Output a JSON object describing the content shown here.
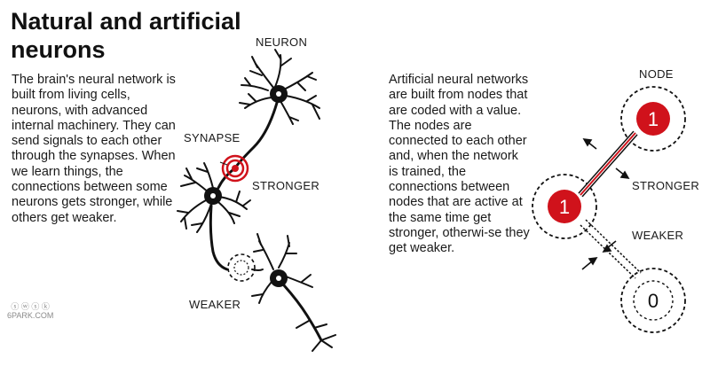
{
  "title": "Natural and artificial neurons",
  "left_text": "The brain's neural network is built from living cells, neurons, with advanced internal machinery. They can send signals to each other through the synapses. When we learn things, the connections between some neurons gets stronger, while others get weaker.",
  "right_text": "Artificial neural networks are built from nodes that are coded with a value. The nodes are connected to each other and, when the network is trained, the connections between nodes that are active at the same time get stronger, otherwi-se they get weaker.",
  "labels": {
    "neuron": "NEURON",
    "synapse": "SYNAPSE",
    "stronger_left": "STRONGER",
    "weaker_left": "WEAKER",
    "node": "NODE",
    "stronger_right": "STRONGER",
    "weaker_right": "WEAKER"
  },
  "nodes": {
    "top_value": "1",
    "middle_value": "1",
    "bottom_value": "0"
  },
  "watermark": {
    "line1": "ⓢ ⓦ ⓢ ⓚ",
    "line2": "6PARK.COM"
  },
  "colors": {
    "accent": "#d0121b",
    "ink": "#111111"
  }
}
